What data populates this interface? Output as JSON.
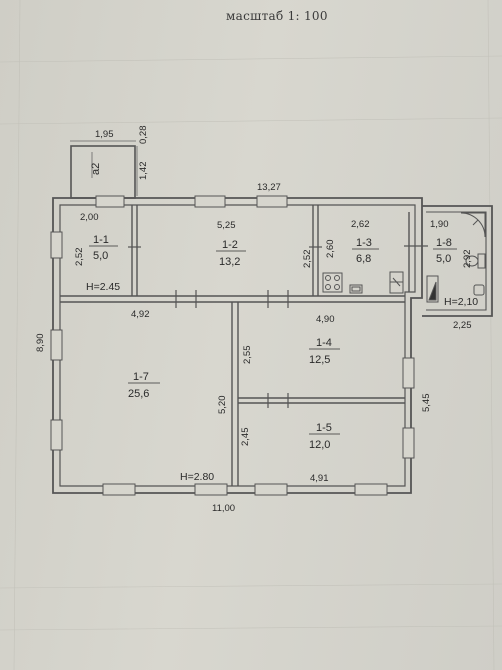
{
  "scale": "масштаб 1: 100",
  "rooms": [
    {
      "id": "1-1",
      "area": "5,0"
    },
    {
      "id": "1-2",
      "area": "13,2"
    },
    {
      "id": "1-3",
      "area": "6,8"
    },
    {
      "id": "1-8",
      "area": "5,0"
    },
    {
      "id": "1-7",
      "area": "25,6"
    },
    {
      "id": "1-4",
      "area": "12,5"
    },
    {
      "id": "1-5",
      "area": "12,0"
    }
  ],
  "annex_label": "а2",
  "heights": [
    "H=2.45",
    "H=2,10",
    "H=2.80"
  ],
  "dimensions": {
    "annex_width": "1,95",
    "annex_offset": "0,28",
    "annex_depth": "1,42",
    "overall_top": "13,27",
    "overall_left": "8,90",
    "overall_bottom": "11,00",
    "right_lower": "5,45",
    "r11_width": "2,00",
    "r11_depth": "2,52",
    "r12_width": "5,25",
    "r12_depth": "2,52",
    "r13_width": "2,62",
    "r13_depth": "2,60",
    "r18_width": "1,90",
    "r18_depth": "2,92",
    "r18_bottom": "2,25",
    "r17_width": "4,92",
    "r17_depth": "5,20",
    "r14_width": "4,90",
    "r14_depth": "2,55",
    "r15_width": "4,91",
    "r15_depth": "2,45"
  }
}
